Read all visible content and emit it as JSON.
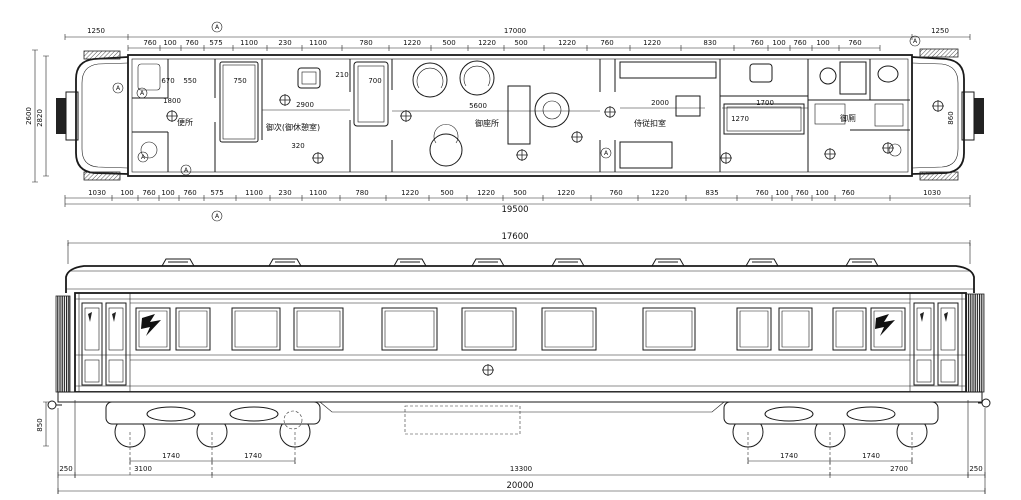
{
  "drawing": {
    "plan": {
      "overall_top": [
        "1250",
        "17000",
        "1250"
      ],
      "top_chain": [
        "760",
        "100",
        "760",
        "575",
        "1100",
        "230",
        "1100",
        "780",
        "1220",
        "500",
        "1220",
        "500",
        "1220",
        "760",
        "1220",
        "830",
        "760",
        "100",
        "760",
        "100",
        "760"
      ],
      "bottom_chain": [
        "1030",
        "100",
        "760",
        "100",
        "760",
        "575",
        "1100",
        "230",
        "1100",
        "780",
        "1220",
        "500",
        "1220",
        "500",
        "1220",
        "760",
        "1220",
        "835",
        "760",
        "100",
        "760",
        "100",
        "760",
        "1030"
      ],
      "overall_bottom": "19500",
      "left_heights": [
        "2600",
        "2820"
      ],
      "right_height": "860",
      "interior_dims": [
        "1800",
        "670",
        "550",
        "750",
        "2900",
        "700",
        "210",
        "320",
        "5600",
        "2000",
        "1700",
        "1270"
      ],
      "room_labels": [
        "便所",
        "御次(御休憩室)",
        "御座所",
        "侍従扣室",
        "御厠"
      ],
      "marker_letter": "A"
    },
    "elevation": {
      "overall_top": "17600",
      "axle_spacing": [
        "1740",
        "1740",
        "1740",
        "1740"
      ],
      "bottom_chain": [
        "250",
        "3100",
        "13300",
        "2700",
        "250"
      ],
      "overall_length": "20000",
      "height_dim": "850"
    },
    "colors": {
      "ink": "#1a1a1a",
      "paper": "#ffffff"
    }
  }
}
